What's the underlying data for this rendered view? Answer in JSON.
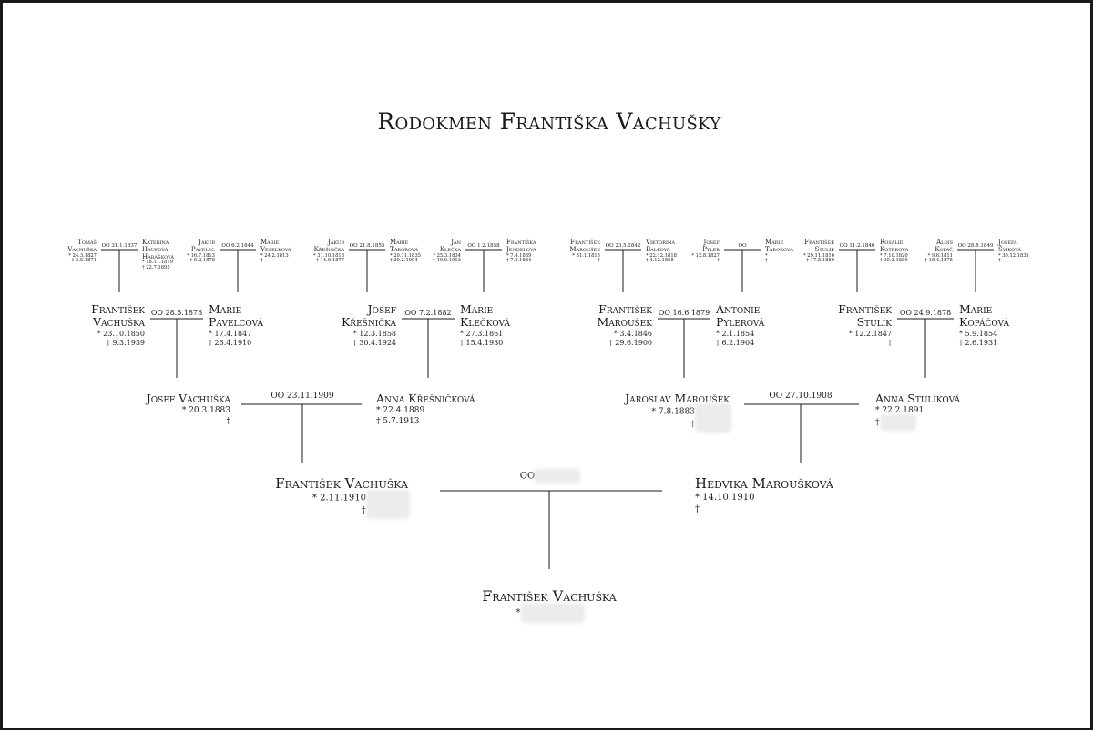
{
  "title": "Rodokmen Františka Vachušky",
  "tree": {
    "self": {
      "name": "František Vachuška",
      "lines": [
        {
          "t": "*",
          "redacted": true
        }
      ]
    },
    "parents": {
      "father": {
        "name": "František Vachuška",
        "lines": [
          {
            "t": "* 2.11.1910",
            "redacted": true
          },
          {
            "t": "†",
            "redacted": true
          }
        ]
      },
      "mother": {
        "name": "Hedvika Maroušková",
        "lines": [
          {
            "t": "* 14.10.1910"
          },
          {
            "t": "†"
          }
        ]
      },
      "marriage": {
        "t": "OO",
        "redacted": true
      }
    },
    "grandparents": {
      "paternal": {
        "husband": {
          "name": "Josef Vachuška",
          "lines": [
            {
              "t": "* 20.3.1883"
            },
            {
              "t": "†"
            }
          ]
        },
        "wife": {
          "name": "Anna Křešničková",
          "lines": [
            {
              "t": "* 22.4.1889"
            },
            {
              "t": "† 5.7.1913"
            }
          ]
        },
        "marriage": {
          "t": "OO 23.11.1909"
        }
      },
      "maternal": {
        "husband": {
          "name": "Jaroslav Maroušek",
          "lines": [
            {
              "t": "* 7.8.1883",
              "redacted": true
            },
            {
              "t": "†",
              "redacted": true
            }
          ]
        },
        "wife": {
          "name": "Anna Stulíková",
          "lines": [
            {
              "t": "* 22.2.1891"
            },
            {
              "t": "†",
              "redacted": true
            }
          ]
        },
        "marriage": {
          "t": "OO 27.10.1908"
        }
      }
    },
    "great_grandparents": [
      {
        "husband": {
          "name1": "František",
          "name2": "Vachuška",
          "lines": [
            {
              "t": "* 23.10.1850"
            },
            {
              "t": "† 9.3.1939"
            }
          ]
        },
        "wife": {
          "name1": "Marie",
          "name2": "Pavelcová",
          "lines": [
            {
              "t": "* 17.4.1847"
            },
            {
              "t": "† 26.4.1910"
            }
          ]
        },
        "marriage": {
          "t": "OO 28.5.1878"
        }
      },
      {
        "husband": {
          "name1": "Josef",
          "name2": "Křešnička",
          "lines": [
            {
              "t": "* 12.3.1858"
            },
            {
              "t": "† 30.4.1924"
            }
          ]
        },
        "wife": {
          "name1": "Marie",
          "name2": "Klečková",
          "lines": [
            {
              "t": "* 27.3.1861"
            },
            {
              "t": "† 15.4.1930"
            }
          ]
        },
        "marriage": {
          "t": "OO 7.2.1882"
        }
      },
      {
        "husband": {
          "name1": "František",
          "name2": "Maroušek",
          "lines": [
            {
              "t": "* 3.4.1846"
            },
            {
              "t": "† 29.6.1900"
            }
          ]
        },
        "wife": {
          "name1": "Antonie",
          "name2": "Pylerová",
          "lines": [
            {
              "t": "* 2.1.1854"
            },
            {
              "t": "† 6.2.1904"
            }
          ]
        },
        "marriage": {
          "t": "OO 16.6.1879"
        }
      },
      {
        "husband": {
          "name1": "František",
          "name2": "Stulík",
          "lines": [
            {
              "t": "* 12.2.1847"
            },
            {
              "t": "†"
            }
          ]
        },
        "wife": {
          "name1": "Marie",
          "name2": "Kopáčová",
          "lines": [
            {
              "t": "* 5.9.1854"
            },
            {
              "t": "† 2.6.1931"
            }
          ]
        },
        "marriage": {
          "t": "OO 24.9.1878"
        }
      }
    ],
    "gen5": [
      {
        "husband": {
          "name1": "Tomáš",
          "name2": "Vachuška",
          "lines": [
            {
              "t": "* 24.3.1827"
            },
            {
              "t": "† 3.5.1871"
            }
          ]
        },
        "wife": {
          "name1": "Kateřina",
          "name2": "Haufová",
          "name3": "Harašková",
          "lines": [
            {
              "t": "* 18.11.1819"
            },
            {
              "t": "† 22.7.1895"
            }
          ]
        },
        "marriage": {
          "t": "OO 31.1.1837"
        }
      },
      {
        "husband": {
          "name1": "Jakub",
          "name2": "Pavelec",
          "lines": [
            {
              "t": "* 16.7.1813"
            },
            {
              "t": "† 6.2.1878"
            }
          ]
        },
        "wife": {
          "name1": "Marie",
          "name2": "Veselková",
          "lines": [
            {
              "t": "* 24.2.1813"
            },
            {
              "t": "†"
            }
          ]
        },
        "marriage": {
          "t": "OO 6.2.1844"
        }
      },
      {
        "husband": {
          "name1": "Jakub",
          "name2": "Křešnička",
          "lines": [
            {
              "t": "* 31.10.1818"
            },
            {
              "t": "† 14.6.1877"
            }
          ]
        },
        "wife": {
          "name1": "Marie",
          "name2": "Táborová",
          "lines": [
            {
              "t": "* 20.11.1835"
            },
            {
              "t": "† 29.2.1904"
            }
          ]
        },
        "marriage": {
          "t": "OO 21.8.1855"
        }
      },
      {
        "husband": {
          "name1": "Jan",
          "name2": "Klečka",
          "lines": [
            {
              "t": "* 25.3.1834"
            },
            {
              "t": "† 19.6.1913"
            }
          ]
        },
        "wife": {
          "name1": "Františka",
          "name2": "Jendelová",
          "lines": [
            {
              "t": "* 7.4.1839"
            },
            {
              "t": "† 7.2.1884"
            }
          ]
        },
        "marriage": {
          "t": "OO 1.2.1858"
        }
      },
      {
        "husband": {
          "name1": "František",
          "name2": "Maroušek",
          "lines": [
            {
              "t": "* 31.1.1813"
            },
            {
              "t": "†"
            }
          ]
        },
        "wife": {
          "name1": "Viktorina",
          "name2": "Balková",
          "lines": [
            {
              "t": "* 22.12.1818"
            },
            {
              "t": "† 4.12.1858"
            }
          ]
        },
        "marriage": {
          "t": "OO 23.5.1842"
        }
      },
      {
        "husband": {
          "name1": "Josef",
          "name2": "Pyler",
          "lines": [
            {
              "t": "* 12.8.1827"
            },
            {
              "t": "†"
            }
          ]
        },
        "wife": {
          "name1": "Marie",
          "name2": "Táborová",
          "lines": [
            {
              "t": "*"
            },
            {
              "t": "†"
            }
          ]
        },
        "marriage": {
          "t": "OO"
        }
      },
      {
        "husband": {
          "name1": "František",
          "name2": "Stulík",
          "lines": [
            {
              "t": "* 29.11.1816"
            },
            {
              "t": "† 17.5.1889"
            }
          ]
        },
        "wife": {
          "name1": "Rosalie",
          "name2": "Kotrbová",
          "lines": [
            {
              "t": "* 7.10.1820"
            },
            {
              "t": "† 30.3.1889"
            }
          ]
        },
        "marriage": {
          "t": "OO 11.2.1840"
        }
      },
      {
        "husband": {
          "name1": "Alois",
          "name2": "Kopáč",
          "lines": [
            {
              "t": "* 9.6.1811"
            },
            {
              "t": "† 18.4.1875"
            }
          ]
        },
        "wife": {
          "name1": "Josefa",
          "name2": "Šviková",
          "lines": [
            {
              "t": "* 30.12.1831"
            },
            {
              "t": "†"
            }
          ]
        },
        "marriage": {
          "t": "OO 28.8.1849"
        }
      }
    ]
  }
}
